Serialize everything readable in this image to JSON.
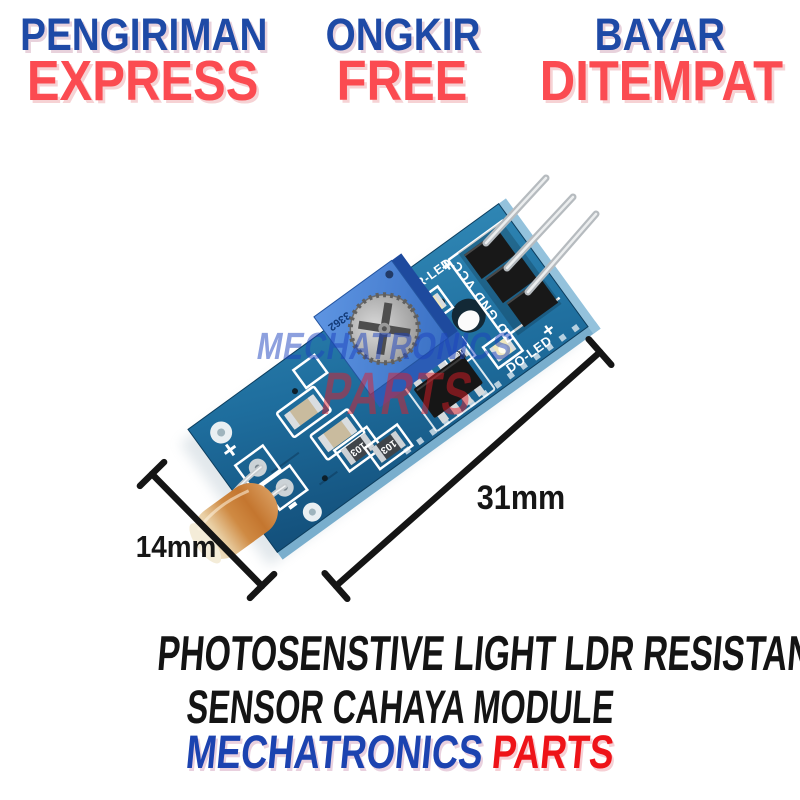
{
  "banner": {
    "items": [
      {
        "top": "PENGIRIMAN",
        "bottom": "EXPRESS"
      },
      {
        "top": "ONGKIR",
        "bottom": "FREE"
      },
      {
        "top": "BAYAR",
        "bottom": "DITEMPAT"
      }
    ]
  },
  "product": {
    "dimensions": {
      "length": "31mm",
      "width": "14mm"
    },
    "watermark": {
      "line1": "MECHATRONICS",
      "line2": "PARTS"
    },
    "silkscreen": {
      "pwr_led": "PWR-LED",
      "pwr_led_plus": "+",
      "pin_labels": "DO GND VCC",
      "do_led": "DO-LED",
      "do_led_plus": "+",
      "ldr_plus": "+",
      "ldr_minus": "-",
      "resistor_code_1": "103",
      "resistor_code_2": "103",
      "resistor_code_3": "103",
      "pot_code": "3362"
    }
  },
  "title": {
    "line1": "PHOTOSENSTIVE LIGHT LDR RESISTANCE",
    "line2": "SENSOR CAHAYA MODULE"
  },
  "brand": {
    "name": "MECHATRONICS",
    "suffix": "PARTS"
  },
  "colors": {
    "banner_blue": "#1e4aa6",
    "banner_red": "#fb4b51",
    "brand_blue": "#1c43b0",
    "brand_red": "#ee1318",
    "title_black": "#141414",
    "pcb_blue": "#1e6d9d",
    "pot_blue": "#4e89dc",
    "ldr_orange": "#cf8a43"
  }
}
